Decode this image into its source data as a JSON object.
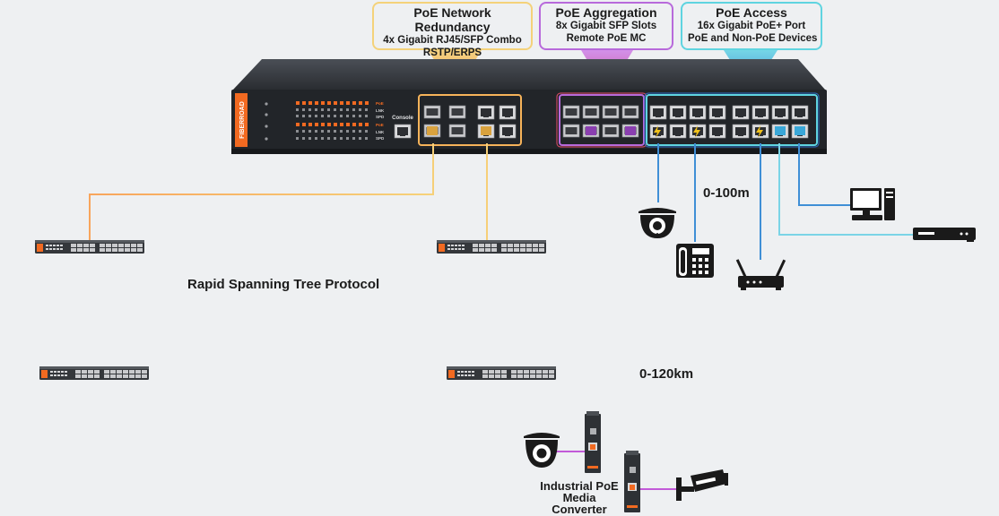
{
  "callouts": {
    "redundancy": {
      "title": "PoE Network Redundancy",
      "line1": "4x Gigabit RJ45/SFP Combo",
      "line2": "RSTP/ERPS",
      "color": "#f4d27a"
    },
    "aggregation": {
      "title": "PoE Aggregation",
      "line1": "8x Gigabit SFP Slots",
      "line2": "Remote PoE MC",
      "color": "#b86adb"
    },
    "access": {
      "title": "PoE Access",
      "line1": "16x Gigabit PoE+ Port",
      "line2": "PoE and Non-PoE Devices",
      "color": "#5fd4e0"
    }
  },
  "switch": {
    "brand": "FIBERROAD",
    "console_label": "Console",
    "led_tags": [
      "PoE",
      "LNK",
      "SPD",
      "PoE",
      "LNK",
      "SPD"
    ]
  },
  "labels": {
    "rstp": "Rapid Spanning Tree Protocol",
    "distance_copper": "0-100m",
    "distance_fiber": "0-120km",
    "converter": "Industrial PoE Media Converter"
  },
  "colors": {
    "redundancy_link": "#f7b15a",
    "aggregation_link": "#c25ad8",
    "access_link": "#3f8fd6",
    "accent_orange": "#f26a21"
  },
  "icons": [
    "dome-camera-icon",
    "ip-phone-icon",
    "wifi-router-icon",
    "desktop-computer-icon",
    "nvr-recorder-icon",
    "bullet-camera-icon"
  ]
}
